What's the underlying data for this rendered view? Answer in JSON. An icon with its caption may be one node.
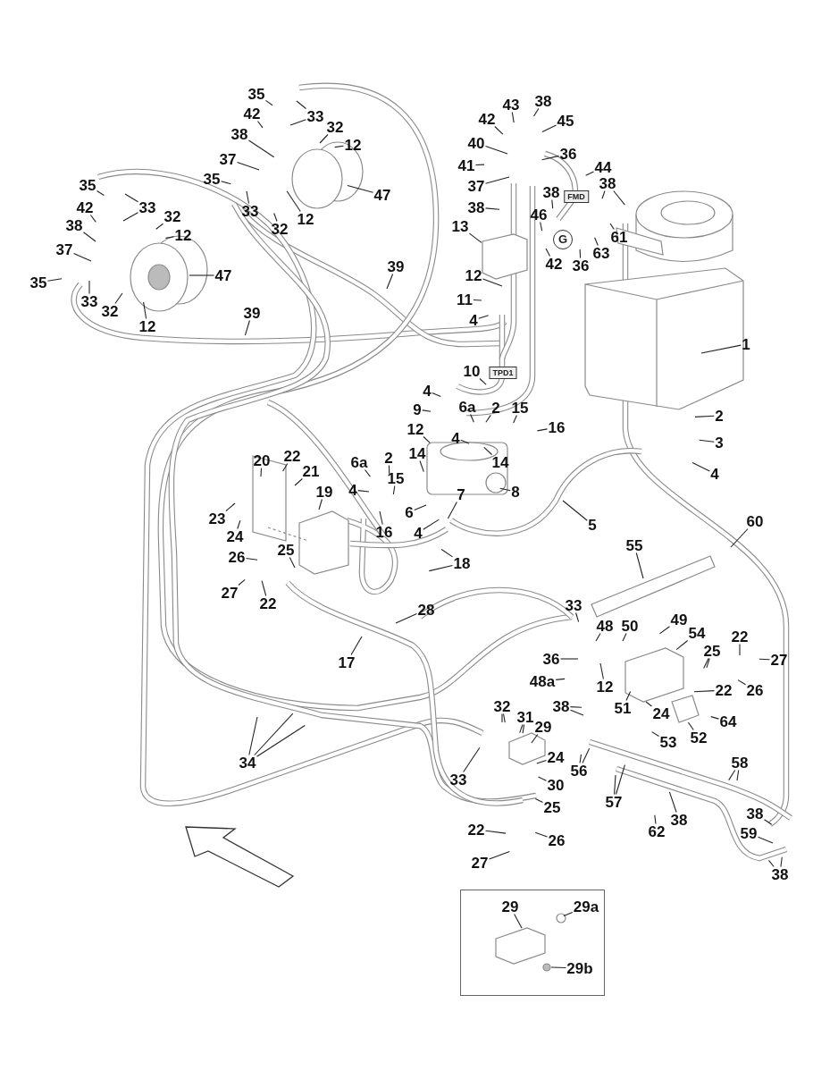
{
  "diagram": {
    "nodes": [
      {
        "text": [
          "35"
        ]
      },
      {
        "text": [
          "33"
        ]
      },
      {
        "text": [
          "42"
        ]
      },
      {
        "text": [
          "32"
        ]
      },
      {
        "text": [
          "38"
        ]
      },
      {
        "text": [
          "12"
        ]
      },
      {
        "text": [
          "37"
        ]
      },
      {
        "text": [
          "35"
        ]
      },
      {
        "text": [
          "47"
        ]
      },
      {
        "text": [
          "33"
        ]
      },
      {
        "text": [
          "32"
        ]
      },
      {
        "text": [
          "12"
        ]
      },
      {
        "text": [
          "35"
        ]
      },
      {
        "text": [
          "33"
        ]
      },
      {
        "text": [
          "42"
        ]
      },
      {
        "text": [
          "32"
        ]
      },
      {
        "text": [
          "38"
        ]
      },
      {
        "text": [
          "12"
        ]
      },
      {
        "text": [
          "37"
        ]
      },
      {
        "text": [
          "47"
        ]
      },
      {
        "text": [
          "35"
        ]
      },
      {
        "text": [
          "33"
        ]
      },
      {
        "text": [
          "32"
        ]
      },
      {
        "text": [
          "12"
        ]
      },
      {
        "text": [
          "39"
        ]
      },
      {
        "text": [
          "39"
        ]
      },
      {
        "text": [
          "43"
        ]
      },
      {
        "text": [
          "38"
        ]
      },
      {
        "text": [
          "42"
        ]
      },
      {
        "text": [
          "45"
        ]
      },
      {
        "text": [
          "40"
        ]
      },
      {
        "text": [
          "36"
        ]
      },
      {
        "text": [
          "41"
        ]
      },
      {
        "text": [
          "44"
        ]
      },
      {
        "text": [
          "37"
        ]
      },
      {
        "text": [
          "38"
        ]
      },
      {
        "text": [
          "FMD"
        ]
      },
      {
        "text": [
          "38"
        ]
      },
      {
        "text": [
          "38"
        ]
      },
      {
        "text": [
          "46"
        ]
      },
      {
        "text": [
          "13"
        ]
      },
      {
        "text": [
          "G"
        ]
      },
      {
        "text": [
          "61"
        ]
      },
      {
        "text": [
          "42"
        ]
      },
      {
        "text": [
          "36"
        ]
      },
      {
        "text": [
          "63"
        ]
      },
      {
        "text": [
          "12"
        ]
      },
      {
        "text": [
          "11"
        ]
      },
      {
        "text": [
          "4"
        ]
      },
      {
        "text": [
          "1"
        ]
      },
      {
        "text": [
          "10"
        ]
      },
      {
        "text": [
          "TPD1"
        ]
      },
      {
        "text": [
          "4"
        ]
      },
      {
        "text": [
          "9"
        ]
      },
      {
        "text": [
          "6a"
        ]
      },
      {
        "text": [
          "2"
        ]
      },
      {
        "text": [
          "15"
        ]
      },
      {
        "text": [
          "2"
        ]
      },
      {
        "text": [
          "12"
        ]
      },
      {
        "text": [
          "16"
        ]
      },
      {
        "text": [
          "4"
        ]
      },
      {
        "text": [
          "3"
        ]
      },
      {
        "text": [
          "14"
        ]
      },
      {
        "text": [
          "4"
        ]
      },
      {
        "text": [
          "20"
        ]
      },
      {
        "text": [
          "22"
        ]
      },
      {
        "text": [
          "21"
        ]
      },
      {
        "text": [
          "6a"
        ]
      },
      {
        "text": [
          "2"
        ]
      },
      {
        "text": [
          "14"
        ]
      },
      {
        "text": [
          "15"
        ]
      },
      {
        "text": [
          "8"
        ]
      },
      {
        "text": [
          "4"
        ]
      },
      {
        "text": [
          "19"
        ]
      },
      {
        "text": [
          "7"
        ]
      },
      {
        "text": [
          "6"
        ]
      },
      {
        "text": [
          "4"
        ]
      },
      {
        "text": [
          "5"
        ]
      },
      {
        "text": [
          "60"
        ]
      },
      {
        "text": [
          "23"
        ]
      },
      {
        "text": [
          "24"
        ]
      },
      {
        "text": [
          "16"
        ]
      },
      {
        "text": [
          "55"
        ]
      },
      {
        "text": [
          "25"
        ]
      },
      {
        "text": [
          "26"
        ]
      },
      {
        "text": [
          "18"
        ]
      },
      {
        "text": [
          "27"
        ]
      },
      {
        "text": [
          "22"
        ]
      },
      {
        "text": [
          "28"
        ]
      },
      {
        "text": [
          "33"
        ]
      },
      {
        "text": [
          "48"
        ]
      },
      {
        "text": [
          "50"
        ]
      },
      {
        "text": [
          "49"
        ]
      },
      {
        "text": [
          "54"
        ]
      },
      {
        "text": [
          "22"
        ]
      },
      {
        "text": [
          "25"
        ]
      },
      {
        "text": [
          "27"
        ]
      },
      {
        "text": [
          "17"
        ]
      },
      {
        "text": [
          "36"
        ]
      },
      {
        "text": [
          "48a"
        ]
      },
      {
        "text": [
          "12"
        ]
      },
      {
        "text": [
          "26"
        ]
      },
      {
        "text": [
          "22"
        ]
      },
      {
        "text": [
          "38"
        ]
      },
      {
        "text": [
          "51"
        ]
      },
      {
        "text": [
          "24"
        ]
      },
      {
        "text": [
          "32"
        ]
      },
      {
        "text": [
          "31"
        ]
      },
      {
        "text": [
          "29"
        ]
      },
      {
        "text": [
          "64"
        ]
      },
      {
        "text": [
          "52"
        ]
      },
      {
        "text": [
          "53"
        ]
      },
      {
        "text": [
          "24"
        ]
      },
      {
        "text": [
          "34"
        ]
      },
      {
        "text": [
          "58"
        ]
      },
      {
        "text": [
          "56"
        ]
      },
      {
        "text": [
          "33"
        ]
      },
      {
        "text": [
          "30"
        ]
      },
      {
        "text": [
          "57"
        ]
      },
      {
        "text": [
          "25"
        ]
      },
      {
        "text": [
          "38"
        ]
      },
      {
        "text": [
          "38"
        ]
      },
      {
        "text": [
          "62"
        ]
      },
      {
        "text": [
          "59"
        ]
      },
      {
        "text": [
          "22"
        ]
      },
      {
        "text": [
          "26"
        ]
      },
      {
        "text": [
          "27"
        ]
      },
      {
        "text": [
          "38"
        ]
      },
      {
        "text": [],
        "shape": "box"
      },
      {
        "text": [
          "29"
        ],
        "in": 128
      },
      {
        "text": [
          "29a"
        ],
        "in": 128
      },
      {
        "text": [
          "29b"
        ],
        "in": 128
      }
    ],
    "edges": [
      {
        "from": 0,
        "to": null,
        "arrow": "none"
      },
      {
        "from": 1,
        "to": null,
        "arrow": "none"
      },
      {
        "from": 1,
        "to": null,
        "arrow": "none"
      },
      {
        "from": 2,
        "to": null,
        "arrow": "none"
      },
      {
        "from": 3,
        "to": null,
        "arrow": "none"
      },
      {
        "from": 4,
        "to": null,
        "arrow": "none"
      },
      {
        "from": 5,
        "to": null,
        "arrow": "none"
      },
      {
        "from": 6,
        "to": null,
        "arrow": "none"
      },
      {
        "from": 7,
        "to": null,
        "arrow": "none"
      },
      {
        "from": 8,
        "to": null,
        "arrow": "none"
      },
      {
        "from": 9,
        "to": null,
        "arrow": "none"
      },
      {
        "from": 10,
        "to": null,
        "arrow": "none"
      },
      {
        "from": 11,
        "to": null,
        "arrow": "none"
      },
      {
        "from": 12,
        "to": null,
        "arrow": "none"
      },
      {
        "from": 13,
        "to": null,
        "arrow": "none"
      },
      {
        "from": 13,
        "to": null,
        "arrow": "none"
      },
      {
        "from": 14,
        "to": null,
        "arrow": "none"
      },
      {
        "from": 15,
        "to": null,
        "arrow": "none"
      },
      {
        "from": 16,
        "to": null,
        "arrow": "none"
      },
      {
        "from": 17,
        "to": null,
        "arrow": "none"
      },
      {
        "from": 18,
        "to": null,
        "arrow": "none"
      },
      {
        "from": 19,
        "to": null,
        "arrow": "none"
      },
      {
        "from": 20,
        "to": null,
        "arrow": "none"
      },
      {
        "from": 21,
        "to": null,
        "arrow": "none"
      },
      {
        "from": 22,
        "to": null,
        "arrow": "none"
      },
      {
        "from": 23,
        "to": null,
        "arrow": "none"
      },
      {
        "from": 24,
        "to": null,
        "arrow": "none"
      },
      {
        "from": 25,
        "to": null,
        "arrow": "none"
      },
      {
        "from": 26,
        "to": null,
        "arrow": "none"
      },
      {
        "from": 27,
        "to": null,
        "arrow": "none"
      },
      {
        "from": 28,
        "to": null,
        "arrow": "none"
      },
      {
        "from": 29,
        "to": null,
        "arrow": "none"
      },
      {
        "from": 30,
        "to": null,
        "arrow": "none"
      },
      {
        "from": 31,
        "to": null,
        "arrow": "none"
      },
      {
        "from": 32,
        "to": null,
        "arrow": "none"
      },
      {
        "from": 33,
        "to": null,
        "arrow": "none"
      },
      {
        "from": 34,
        "to": null,
        "arrow": "none"
      },
      {
        "from": 35,
        "to": null,
        "arrow": "none"
      },
      {
        "from": 37,
        "to": null,
        "arrow": "none"
      },
      {
        "from": 38,
        "to": null,
        "arrow": "none"
      },
      {
        "from": 38,
        "to": null,
        "arrow": "none"
      },
      {
        "from": 39,
        "to": null,
        "arrow": "none"
      },
      {
        "from": 40,
        "to": null,
        "arrow": "none"
      },
      {
        "from": 42,
        "to": null,
        "arrow": "none"
      },
      {
        "from": 43,
        "to": null,
        "arrow": "none"
      },
      {
        "from": 44,
        "to": null,
        "arrow": "none"
      },
      {
        "from": 45,
        "to": null,
        "arrow": "none"
      },
      {
        "from": 46,
        "to": null,
        "arrow": "none"
      },
      {
        "from": 47,
        "to": null,
        "arrow": "none"
      },
      {
        "from": 48,
        "to": null,
        "arrow": "none"
      },
      {
        "from": 49,
        "to": null,
        "arrow": "none"
      },
      {
        "from": 50,
        "to": null,
        "arrow": "none"
      },
      {
        "from": 52,
        "to": null,
        "arrow": "none"
      },
      {
        "from": 53,
        "to": null,
        "arrow": "none"
      },
      {
        "from": 54,
        "to": null,
        "arrow": "none"
      },
      {
        "from": 55,
        "to": null,
        "arrow": "none"
      },
      {
        "from": 56,
        "to": null,
        "arrow": "none"
      },
      {
        "from": 57,
        "to": null,
        "arrow": "none"
      },
      {
        "from": 58,
        "to": null,
        "arrow": "none"
      },
      {
        "from": 59,
        "to": null,
        "arrow": "none"
      },
      {
        "from": 60,
        "to": null,
        "arrow": "none"
      },
      {
        "from": 61,
        "to": null,
        "arrow": "none"
      },
      {
        "from": 62,
        "to": null,
        "arrow": "none"
      },
      {
        "from": 63,
        "to": null,
        "arrow": "none"
      },
      {
        "from": 64,
        "to": null,
        "arrow": "none"
      },
      {
        "from": 65,
        "to": null,
        "arrow": "none"
      },
      {
        "from": 66,
        "to": null,
        "arrow": "none"
      },
      {
        "from": 67,
        "to": null,
        "arrow": "none"
      },
      {
        "from": 68,
        "to": null,
        "arrow": "none"
      },
      {
        "from": 69,
        "to": null,
        "arrow": "none"
      },
      {
        "from": 70,
        "to": null,
        "arrow": "none"
      },
      {
        "from": 71,
        "to": null,
        "arrow": "none"
      },
      {
        "from": 72,
        "to": null,
        "arrow": "none"
      },
      {
        "from": 73,
        "to": null,
        "arrow": "none"
      },
      {
        "from": 74,
        "to": null,
        "arrow": "none"
      },
      {
        "from": 75,
        "to": null,
        "arrow": "none"
      },
      {
        "from": 76,
        "to": null,
        "arrow": "none"
      },
      {
        "from": 77,
        "to": null,
        "arrow": "none"
      },
      {
        "from": 78,
        "to": null,
        "arrow": "none"
      },
      {
        "from": 79,
        "to": null,
        "arrow": "none"
      },
      {
        "from": 80,
        "to": null,
        "arrow": "none"
      },
      {
        "from": 81,
        "to": null,
        "arrow": "none"
      },
      {
        "from": 82,
        "to": null,
        "arrow": "none"
      },
      {
        "from": 83,
        "to": null,
        "arrow": "none"
      },
      {
        "from": 84,
        "to": null,
        "arrow": "none"
      },
      {
        "from": 85,
        "to": null,
        "arrow": "none"
      },
      {
        "from": 85,
        "to": null,
        "arrow": "none"
      },
      {
        "from": 86,
        "to": null,
        "arrow": "none"
      },
      {
        "from": 87,
        "to": null,
        "arrow": "none"
      },
      {
        "from": 88,
        "to": null,
        "arrow": "none"
      },
      {
        "from": 89,
        "to": null,
        "arrow": "none"
      },
      {
        "from": 90,
        "to": null,
        "arrow": "none"
      },
      {
        "from": 91,
        "to": null,
        "arrow": "none"
      },
      {
        "from": 92,
        "to": null,
        "arrow": "none"
      },
      {
        "from": 93,
        "to": null,
        "arrow": "none"
      },
      {
        "from": 94,
        "to": null,
        "arrow": "none"
      },
      {
        "from": 95,
        "to": null,
        "arrow": "none"
      },
      {
        "from": 95,
        "to": null,
        "arrow": "none"
      },
      {
        "from": 96,
        "to": null,
        "arrow": "none"
      },
      {
        "from": 97,
        "to": null,
        "arrow": "none"
      },
      {
        "from": 98,
        "to": null,
        "arrow": "none"
      },
      {
        "from": 99,
        "to": null,
        "arrow": "none"
      },
      {
        "from": 100,
        "to": null,
        "arrow": "none"
      },
      {
        "from": 101,
        "to": null,
        "arrow": "none"
      },
      {
        "from": 102,
        "to": null,
        "arrow": "none"
      },
      {
        "from": 103,
        "to": null,
        "arrow": "none"
      },
      {
        "from": 103,
        "to": null,
        "arrow": "none"
      },
      {
        "from": 104,
        "to": null,
        "arrow": "none"
      },
      {
        "from": 105,
        "to": null,
        "arrow": "none"
      },
      {
        "from": 106,
        "to": null,
        "arrow": "none"
      },
      {
        "from": 106,
        "to": null,
        "arrow": "none"
      },
      {
        "from": 107,
        "to": null,
        "arrow": "none"
      },
      {
        "from": 107,
        "to": null,
        "arrow": "none"
      },
      {
        "from": 108,
        "to": null,
        "arrow": "none"
      },
      {
        "from": 109,
        "to": null,
        "arrow": "none"
      },
      {
        "from": 110,
        "to": null,
        "arrow": "none"
      },
      {
        "from": 111,
        "to": null,
        "arrow": "none"
      },
      {
        "from": 112,
        "to": null,
        "arrow": "none"
      },
      {
        "from": 113,
        "to": null,
        "arrow": "none"
      },
      {
        "from": 113,
        "to": null,
        "arrow": "none"
      },
      {
        "from": 113,
        "to": null,
        "arrow": "none"
      },
      {
        "from": 114,
        "to": null,
        "arrow": "none"
      },
      {
        "from": 114,
        "to": null,
        "arrow": "none"
      },
      {
        "from": 115,
        "to": null,
        "arrow": "none"
      },
      {
        "from": 115,
        "to": null,
        "arrow": "none"
      },
      {
        "from": 116,
        "to": null,
        "arrow": "none"
      },
      {
        "from": 117,
        "to": null,
        "arrow": "none"
      },
      {
        "from": 118,
        "to": null,
        "arrow": "none"
      },
      {
        "from": 118,
        "to": null,
        "arrow": "none"
      },
      {
        "from": 119,
        "to": null,
        "arrow": "none"
      },
      {
        "from": 120,
        "to": null,
        "arrow": "none"
      },
      {
        "from": 121,
        "to": null,
        "arrow": "none"
      },
      {
        "from": 122,
        "to": null,
        "arrow": "none"
      },
      {
        "from": 123,
        "to": null,
        "arrow": "none"
      },
      {
        "from": 124,
        "to": null,
        "arrow": "none"
      },
      {
        "from": 125,
        "to": null,
        "arrow": "none"
      },
      {
        "from": 126,
        "to": null,
        "arrow": "none"
      },
      {
        "from": 127,
        "to": null,
        "arrow": "none"
      },
      {
        "from": 127,
        "to": null,
        "arrow": "none"
      },
      {
        "from": 129,
        "to": null,
        "arrow": "none"
      },
      {
        "from": 130,
        "to": null,
        "arrow": "none"
      },
      {
        "from": 131,
        "to": null,
        "arrow": "none"
      }
    ]
  }
}
